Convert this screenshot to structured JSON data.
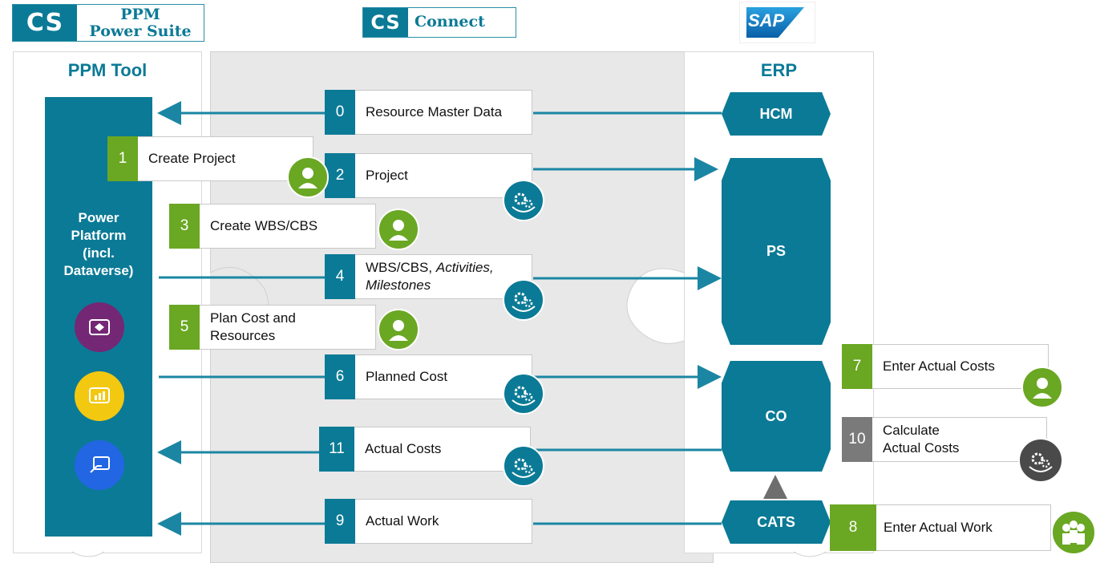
{
  "logos": {
    "ppm_power_suite": {
      "cs": "CS",
      "line1": "PPM",
      "line2": "Power Suite"
    },
    "connect": {
      "cs": "CS",
      "text": "Connect"
    },
    "sap": {
      "text": "SAP"
    }
  },
  "ppm_tool": {
    "title": "PPM Tool",
    "platform_label": [
      "Power",
      "Platform",
      "(incl.",
      "Dataverse)"
    ],
    "apps": [
      "power-apps-icon",
      "power-bi-icon",
      "power-automate-icon"
    ]
  },
  "erp": {
    "title": "ERP",
    "modules": {
      "hcm": "HCM",
      "ps": "PS",
      "co": "CO",
      "cats": "CATS"
    }
  },
  "steps": {
    "s0": {
      "num": "0",
      "line1": "Resource Master Data"
    },
    "s1": {
      "num": "1",
      "line1": "Create Project"
    },
    "s2": {
      "num": "2",
      "line1": "Project"
    },
    "s3": {
      "num": "3",
      "line1": "Create WBS/CBS"
    },
    "s4": {
      "num": "4",
      "line1": "WBS/CBS, ",
      "line1_italic": "Activities,",
      "line2_italic": "Milestones"
    },
    "s5": {
      "num": "5",
      "line1": "Plan Cost and",
      "line2": "Resources"
    },
    "s6": {
      "num": "6",
      "line1": "Planned Cost"
    },
    "s7": {
      "num": "7",
      "line1": "Enter Actual Costs"
    },
    "s8": {
      "num": "8",
      "line1": "Enter Actual Work"
    },
    "s9": {
      "num": "9",
      "line1": "Actual Work"
    },
    "s10": {
      "num": "10",
      "line1": "Calculate",
      "line2": "Actual Costs"
    },
    "s11": {
      "num": "11",
      "line1": "Actual Costs"
    }
  },
  "colors": {
    "teal": "#0b7a96",
    "green": "#6aa723",
    "grey": "#7a7a7a",
    "arrow": "#1b86a3"
  }
}
